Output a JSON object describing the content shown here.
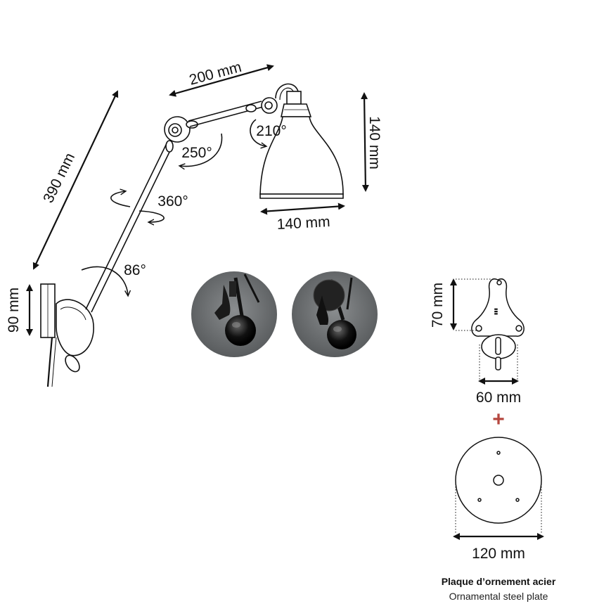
{
  "dimensions": {
    "upper_arm": "200 mm",
    "lower_arm": "390 mm",
    "shade_height": "140 mm",
    "shade_width": "140 mm",
    "base_height": "90 mm",
    "mount_height": "70 mm",
    "mount_width": "60 mm",
    "plate_diameter": "120 mm"
  },
  "angles": {
    "head_joint": "210°",
    "elbow": "250°",
    "arm_rotation": "360°",
    "base_joint": "86°"
  },
  "plus_sign": "+",
  "caption": {
    "fr": "Plaque d’ornement acier",
    "en": "Ornamental steel plate"
  },
  "colors": {
    "line": "#111111",
    "plus": "#b5473f",
    "photo_bg": "#6b6e70"
  }
}
